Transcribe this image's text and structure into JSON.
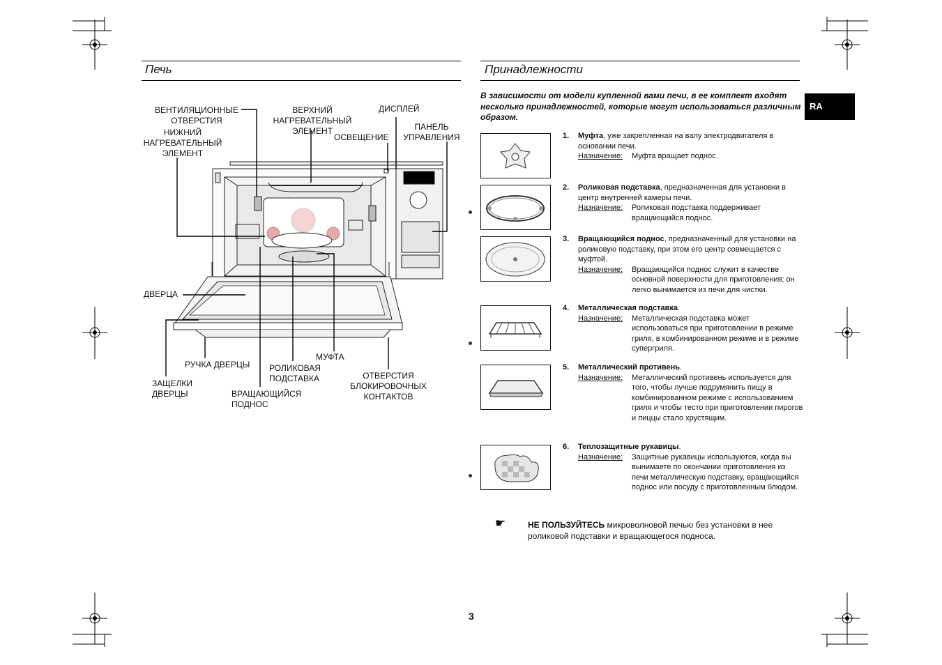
{
  "left_section": {
    "title": "Печь"
  },
  "right_section": {
    "title": "Принадлежности"
  },
  "language_tab": "RA",
  "intro": "В зависимости от модели купленной вами печи, в ее комплект входят несколько принадлежностей, которые могут использоваться различным образом.",
  "oven_labels": {
    "vents": [
      "ВЕНТИЛЯЦИОННЫЕ",
      "ОТВЕРСТИЯ"
    ],
    "lower_heater": [
      "НИЖНИЙ",
      "НАГРЕВАТЕЛЬНЫЙ",
      "ЭЛЕМЕНТ"
    ],
    "upper_heater": [
      "ВЕРХНИЙ",
      "НАГРЕВАТЕЛЬНЫЙ",
      "ЭЛЕМЕНТ"
    ],
    "display": "ДИСПЛЕЙ",
    "light": "ОСВЕЩЕНИЕ",
    "control_panel": [
      "ПАНЕЛЬ",
      "УПРАВЛЕНИЯ"
    ],
    "door": "ДВЕРЦА",
    "coupler": "МУФТА",
    "door_handle": "РУЧКА ДВЕРЦЫ",
    "roller_ring": [
      "РОЛИКОВАЯ",
      "ПОДСТАВКА"
    ],
    "safety_holes": [
      "ОТВЕРСТИЯ",
      "БЛОКИРОВОЧНЫХ",
      "КОНТАКТОВ"
    ],
    "door_latches": [
      "ЗАЩЕЛКИ",
      "ДВЕРЦЫ"
    ],
    "turntable": [
      "ВРАЩАЮЩИЙСЯ",
      "ПОДНОС"
    ]
  },
  "purpose_label": "Назначение:",
  "accessories": [
    {
      "num": "1.",
      "name": "Муфта",
      "desc": ", уже закрепленная на валу электродвигателя в основании печи.",
      "purpose": "Муфта вращает поднос.",
      "icon": "coupler-icon"
    },
    {
      "num": "2.",
      "name": "Роликовая подставка",
      "desc": ", предназначенная для установки в центр внутренней камеры печи.",
      "purpose": "Роликовая подставка поддерживает вращающийся поднос.",
      "icon": "roller-ring-icon"
    },
    {
      "num": "3.",
      "name": "Вращающийся поднос",
      "desc": ", предназначенный для установки на роликовую подставку, при этом его центр совмещается с муфтой.",
      "purpose": "Вращающийся поднос служит в качестве основной поверхности для приготовления; он легко вынимается из печи для чистки.",
      "icon": "turntable-icon"
    },
    {
      "num": "4.",
      "name": "Металлическая подставка",
      "desc": ".",
      "purpose": "Металлическая подставка может использоваться при приготовлении в режиме гриля, в комбинированном режиме и в режиме супергриля.",
      "icon": "metal-rack-icon"
    },
    {
      "num": "5.",
      "name": "Металлический противень",
      "desc": ".",
      "purpose": "Металлический противень используется для того, чтобы лучше подрумянить пищу в комбинированном режиме с использованием гриля и чтобы тесто при приготовлении пирогов и пиццы стало хрустящим.",
      "icon": "baking-tray-icon"
    },
    {
      "num": "6.",
      "name": "Теплозащитные рукавицы",
      "desc": ".",
      "purpose": "Защитные рукавицы используются, когда вы вынимаете по окончании приготовления из печи металлическую подставку, вращающийся поднос или посуду с приготовленным блюдом.",
      "icon": "oven-mitt-icon"
    }
  ],
  "note": {
    "icon": "pointing-hand-icon",
    "bold": "НЕ ПОЛЬЗУЙТЕСЬ",
    "text": " микроволновой печью без установки в нее роликовой подставки и вращающегося подноса."
  },
  "page_number": "3",
  "colors": {
    "text": "#111111",
    "tab_bg": "#000000",
    "tab_text": "#ffffff"
  }
}
